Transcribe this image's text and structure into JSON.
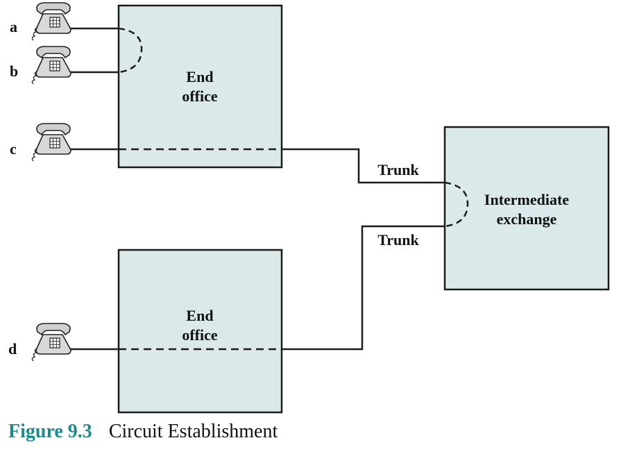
{
  "subscribers": [
    {
      "id": "a",
      "label": "a"
    },
    {
      "id": "b",
      "label": "b"
    },
    {
      "id": "c",
      "label": "c"
    },
    {
      "id": "d",
      "label": "d"
    }
  ],
  "nodes": {
    "end_office_top": {
      "line1": "End",
      "line2": "office"
    },
    "end_office_bottom": {
      "line1": "End",
      "line2": "office"
    },
    "intermediate": {
      "line1": "Intermediate",
      "line2": "exchange"
    }
  },
  "trunks": {
    "upper": "Trunk",
    "lower": "Trunk"
  },
  "caption": {
    "figure": "Figure 9.3",
    "title": "Circuit Establishment"
  },
  "colors": {
    "box_fill": "#dbe9ea",
    "line": "#1a1a1a",
    "figure_label": "#1a8a8f"
  },
  "icons": {
    "telephone": "telephone-icon"
  }
}
